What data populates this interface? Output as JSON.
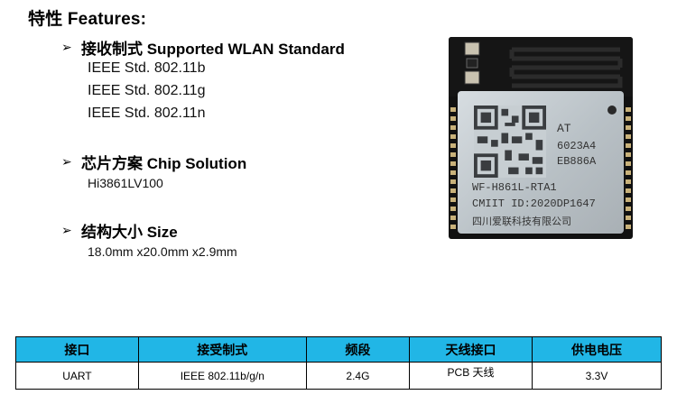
{
  "title": "特性 Features:",
  "sections": [
    {
      "heading": "接收制式 Supported WLAN Standard",
      "lines": [
        "IEEE Std. 802.11b",
        "IEEE Std. 802.11g",
        "IEEE Std. 802.11n"
      ]
    },
    {
      "heading": "芯片方案 Chip Solution",
      "lines": [
        "Hi3861LV100"
      ]
    },
    {
      "heading": "结构大小  Size",
      "lines": [
        "18.0mm x20.0mm x2.9mm"
      ]
    }
  ],
  "module_marking": {
    "line1": "AT",
    "line2": "6023A4",
    "line3": "EB886A",
    "line4": "WF-H861L-RTA1",
    "line5": "CMIIT ID:2020DP1647",
    "line6": "四川爱联科技有限公司"
  },
  "table": {
    "headers": [
      "接口",
      "接受制式",
      "频段",
      "天线接口",
      "供电电压"
    ],
    "rows": [
      [
        "UART",
        "IEEE 802.11b/g/n",
        "2.4G",
        "PCB 天线",
        "3.3V"
      ]
    ],
    "header_color": "#21b6e6"
  }
}
